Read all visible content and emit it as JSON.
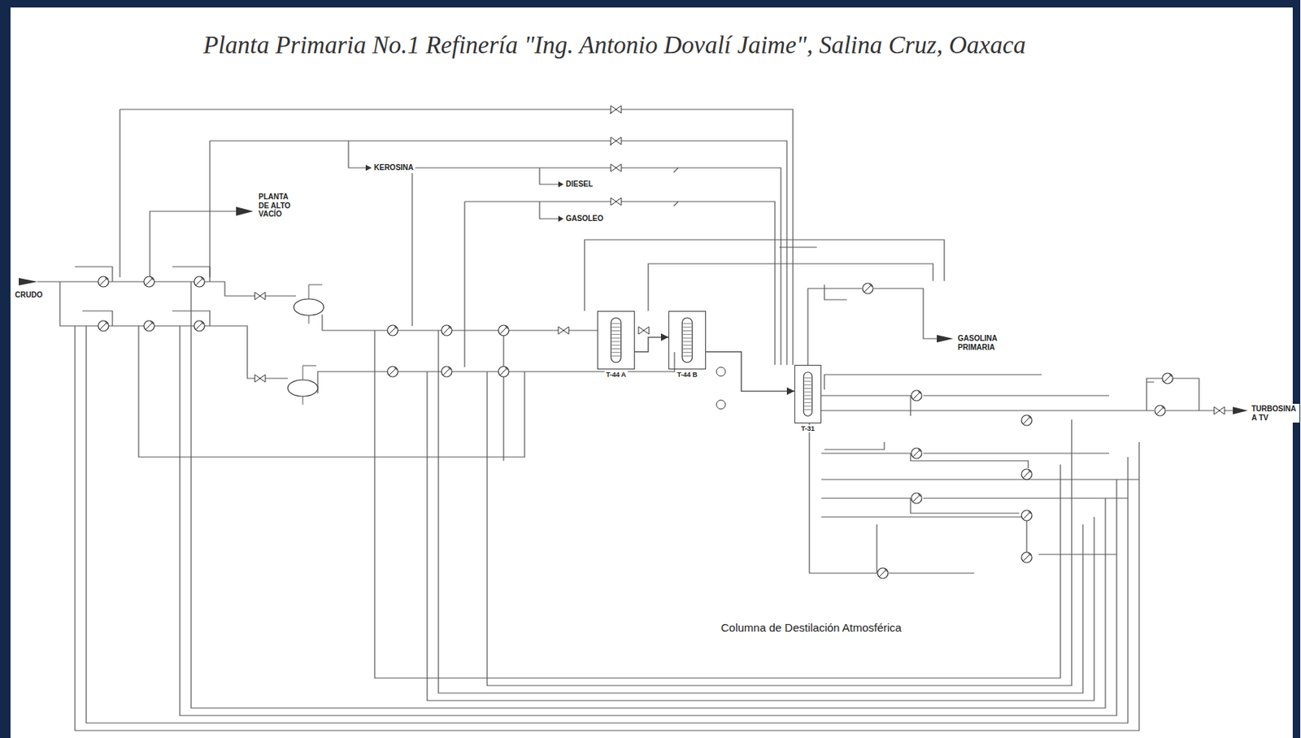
{
  "diagram": {
    "title": "Planta Primaria No.1 Refinería \"Ing. Antonio Dovalí Jaime\", Salina Cruz, Oaxaca",
    "nodes": [
      {
        "text": [
          "T-44 A"
        ]
      },
      {
        "text": [
          "T-44 B"
        ]
      },
      {
        "text": [
          "T-31"
        ]
      }
    ],
    "edges": [
      {
        "from": 0,
        "to": 1,
        "arrow": "to"
      },
      {
        "from": 1,
        "to": 2,
        "arrow": "to"
      }
    ],
    "labels": [
      "CRUDO",
      "PLANTA DE ALTO VACÍO",
      "KEROSINA",
      "DIESEL",
      "GASOLEO",
      "GASOLINA PRIMARIA",
      "TURBOSINA A TV",
      "Columna de Destilación Atmosférica"
    ]
  }
}
